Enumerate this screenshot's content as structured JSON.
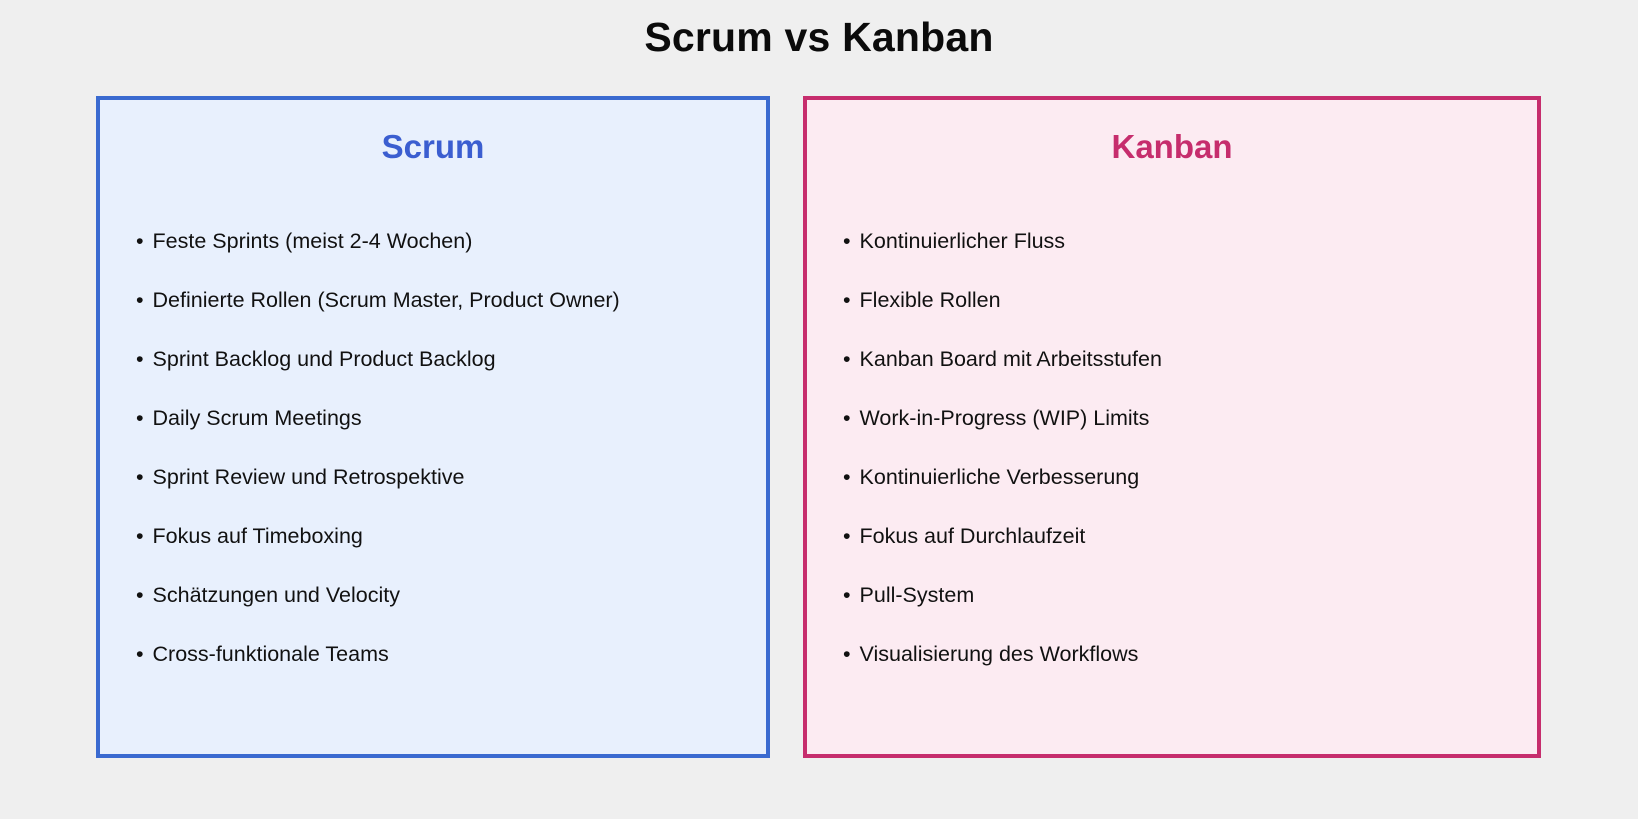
{
  "title": "Scrum vs Kanban",
  "bullet_glyph": "•",
  "colors": {
    "background": "#efefef",
    "title_text": "#0b0b0b",
    "scrum_accent": "#3b5ed0",
    "scrum_border": "#3a6ad0",
    "scrum_fill": "#e8f0fd",
    "kanban_accent": "#c62d6d",
    "kanban_border": "#c62d6d",
    "kanban_fill": "#fcebf2",
    "body_text": "#111111"
  },
  "panels": [
    {
      "key": "scrum",
      "heading": "Scrum",
      "items": [
        "Feste Sprints (meist 2-4 Wochen)",
        "Definierte Rollen (Scrum Master, Product Owner)",
        "Sprint Backlog und Product Backlog",
        "Daily Scrum Meetings",
        "Sprint Review und Retrospektive",
        "Fokus auf Timeboxing",
        "Schätzungen und Velocity",
        "Cross-funktionale Teams"
      ]
    },
    {
      "key": "kanban",
      "heading": "Kanban",
      "items": [
        "Kontinuierlicher Fluss",
        "Flexible Rollen",
        "Kanban Board mit Arbeitsstufen",
        "Work-in-Progress (WIP) Limits",
        "Kontinuierliche Verbesserung",
        "Fokus auf Durchlaufzeit",
        "Pull-System",
        "Visualisierung des Workflows"
      ]
    }
  ]
}
